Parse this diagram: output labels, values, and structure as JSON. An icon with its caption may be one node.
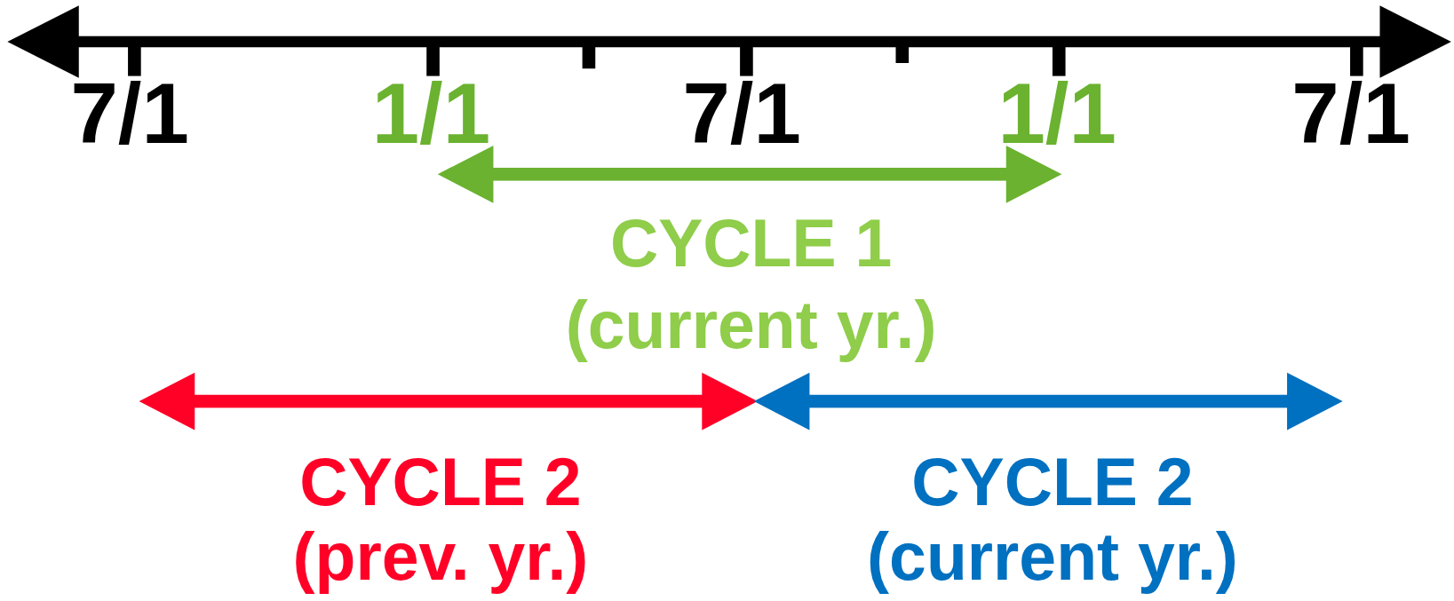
{
  "diagram": {
    "labels": [
      "7/1",
      "1/1",
      "7/1",
      "1/1",
      "7/1",
      "CYCLE 1",
      "(current yr.)",
      "CYCLE 2",
      "(prev. yr.)",
      "CYCLE 2",
      "(current yr.)"
    ]
  }
}
